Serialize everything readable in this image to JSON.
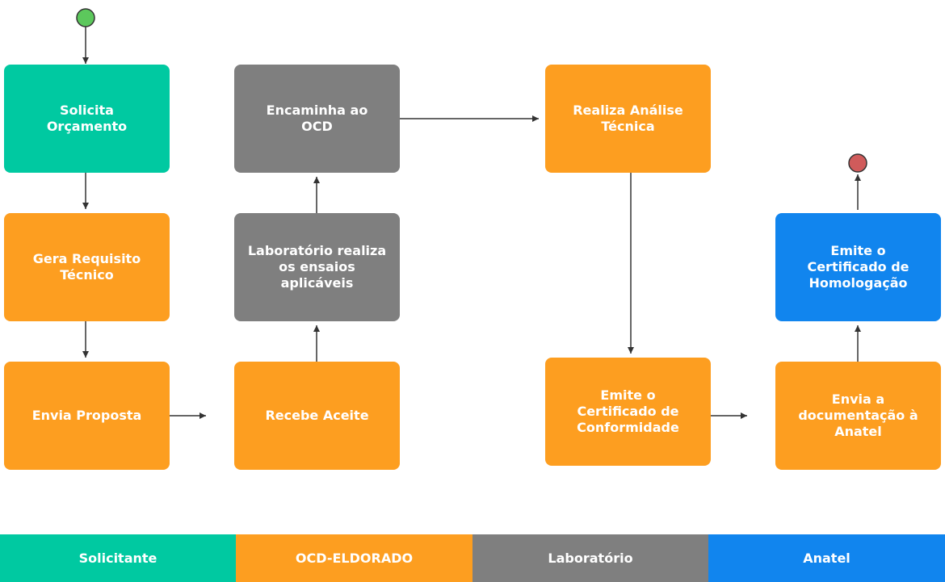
{
  "nodes": {
    "solicita_orcamento": "Solicita\nOrçamento",
    "gera_requisito": "Gera Requisito\nTécnico",
    "envia_proposta": "Envia Proposta",
    "encaminha_ocd": "Encaminha ao\nOCD",
    "laboratorio_ensaios": "Laboratório realiza\nos ensaios\naplicáveis",
    "recebe_aceite": "Recebe Aceite",
    "realiza_analise": "Realiza Análise\nTécnica",
    "emite_conformidade": "Emite o\nCertificado de\nConformidade",
    "emite_homologacao": "Emite o\nCertificado de\nHomologação",
    "envia_documentacao": "Envia a\ndocumentação à\nAnatel"
  },
  "legend": {
    "solicitante": "Solicitante",
    "ocd": "OCD-ELDORADO",
    "laboratorio": "Laboratório",
    "anatel": "Anatel"
  },
  "colors": {
    "solicitante": "#00c9a1",
    "ocd": "#fd9e20",
    "laboratorio": "#7f7f7f",
    "anatel": "#1185ee",
    "start": "#5cc85c",
    "end": "#d05b5b",
    "arrow": "#333333"
  }
}
